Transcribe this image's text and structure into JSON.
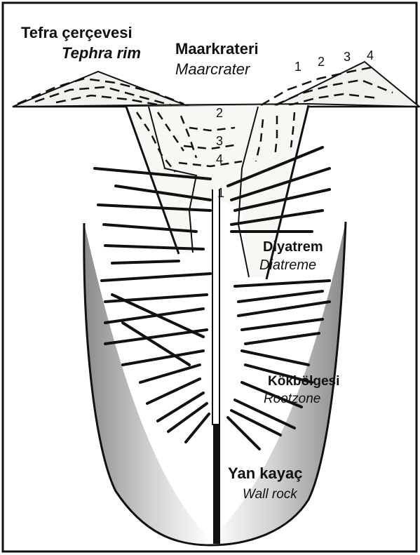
{
  "labels": {
    "tephra_rim_tr": "Tefra çerçevesi",
    "tephra_rim_en": "Tephra rim",
    "maar_crater_tr": "Maarkrateri",
    "maar_crater_en": "Maarcrater",
    "diatreme_tr": "Diyatrem",
    "diatreme_en": "Diatreme",
    "root_zone_tr": "Kökbölgesi",
    "root_zone_en": "Rootzone",
    "wall_rock_tr": "Yan kayaç",
    "wall_rock_en": "Wall rock"
  },
  "stage_numbers": {
    "rim_1": "1",
    "rim_2": "2",
    "rim_3": "3",
    "rim_4": "4",
    "pipe_1": "1",
    "pipe_2": "2",
    "pipe_3": "3",
    "pipe_4": "4"
  },
  "colors": {
    "ink": "#111111",
    "rim_fill": "#f1f1ee",
    "shade_dark": "#8a8a8a",
    "background": "#ffffff"
  }
}
